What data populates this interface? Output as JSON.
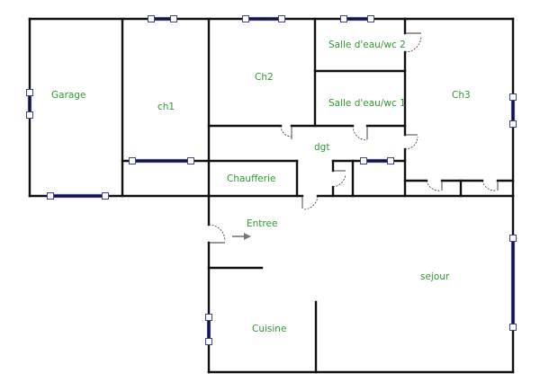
{
  "rooms": {
    "garage": "Garage",
    "ch1": "ch1",
    "ch2": "Ch2",
    "salle_eau_2": "Salle d'eau/wc 2",
    "salle_eau_1": "Salle d'eau/wc 1",
    "ch3": "Ch3",
    "dgt": "dgt",
    "chaufferie": "Chaufferie",
    "entree": "Entree",
    "sejour": "sejour",
    "cuisine": "Cuisine"
  },
  "colors": {
    "label": "#2d9b2d",
    "wall": "#111111",
    "window": "#4040a0",
    "arrow": "#777777"
  }
}
